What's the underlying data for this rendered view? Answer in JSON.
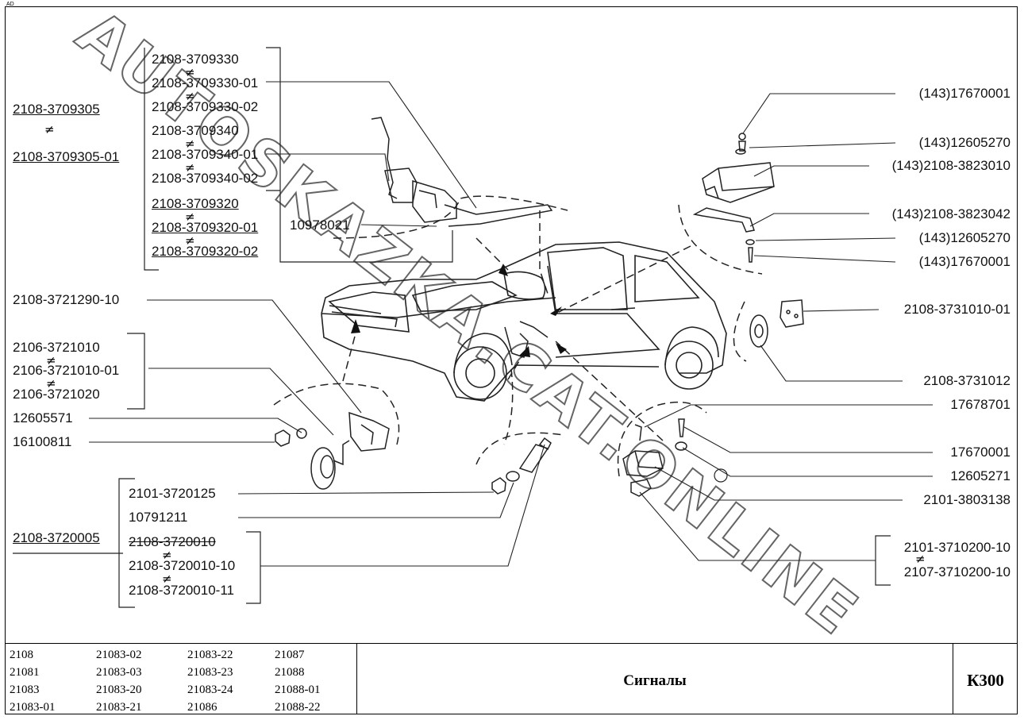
{
  "corner_mark": "AD",
  "watermark": "AUTOSKAZKA.CAT.ONLINE",
  "labels": {
    "l1": "2108-3709305",
    "l2": "2108-3709305-01",
    "g1": [
      "2108-3709330",
      "2108-3709330-01",
      "2108-3709330-02",
      "2108-3709340",
      "2108-3709340-01",
      "2108-3709340-02"
    ],
    "g2": [
      "2108-3709320",
      "2108-3709320-01",
      "2108-3709320-02"
    ],
    "p10978021": "10978021",
    "p3721290": "2108-3721290-10",
    "g3": [
      "2106-3721010",
      "2106-3721010-01",
      "2106-3721020"
    ],
    "p12605571": "12605571",
    "p16100811": "16100811",
    "p2101_3720125": "2101-3720125",
    "p10791211": "10791211",
    "p2108_3720005": "2108-3720005",
    "g4": [
      "2108-3720010",
      "2108-3720010-10",
      "2108-3720010-11"
    ],
    "r1": "(143)17670001",
    "r2": "(143)12605270",
    "r3": "(143)2108-3823010",
    "r4": "(143)2108-3823042",
    "r5": "(143)12605270",
    "r6": "(143)17670001",
    "r7": "2108-3731010-01",
    "r8": "2108-3731012",
    "r9": "17678701",
    "r10": "17670001",
    "r11": "12605271",
    "r12": "2101-3803138",
    "r13": "2101-3710200-10",
    "r14": "2107-3710200-10",
    "not_equal": "≠"
  },
  "models": [
    [
      "2108",
      "21083-02",
      "21083-22",
      "21087"
    ],
    [
      "21081",
      "21083-03",
      "21083-23",
      "21088"
    ],
    [
      "21083",
      "21083-20",
      "21083-24",
      "21088-01"
    ],
    [
      "21083-01",
      "21083-21",
      "21086",
      "21088-22"
    ]
  ],
  "title": "Сигналы",
  "code": "К300"
}
